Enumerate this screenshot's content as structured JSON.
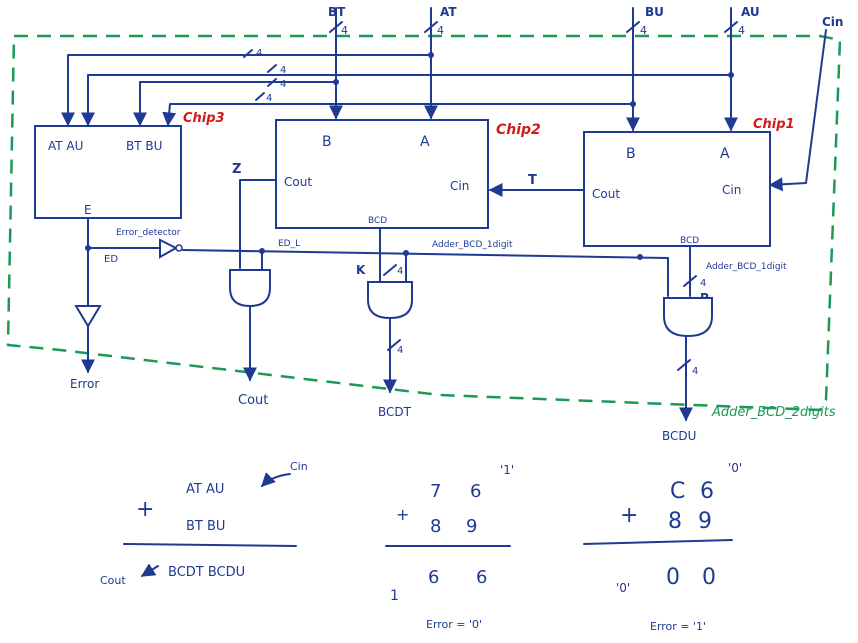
{
  "signals": {
    "bt": "BT",
    "at": "AT",
    "bu": "BU",
    "au": "AU",
    "cin": "Cin",
    "bus_width": "4",
    "z": "Z",
    "t": "T",
    "k": "K",
    "p": "P",
    "ed": "ED",
    "ed_l": "ED_L",
    "error": "Error",
    "cout": "Cout",
    "bcdt": "BCDT",
    "bcdu": "BCDU"
  },
  "chips": {
    "chip1": {
      "name": "Chip1",
      "label": "Adder_BCD_1digit",
      "b": "B",
      "a": "A",
      "cout": "Cout",
      "cin": "Cin",
      "bcd": "BCD"
    },
    "chip2": {
      "name": "Chip2",
      "label": "Adder_BCD_1digit",
      "b": "B",
      "a": "A",
      "cout": "Cout",
      "cin": "Cin",
      "bcd": "BCD"
    },
    "chip3": {
      "name": "Chip3",
      "label": "Error_detector",
      "in_a": "AT AU",
      "in_b": "BT BU",
      "out": "E"
    }
  },
  "system_label": "Adder_BCD_2digits",
  "examples": {
    "generic": {
      "plus": "+",
      "cin": "Cin",
      "row1": "AT  AU",
      "row2": "BT  BU",
      "cout": "Cout",
      "result": "BCDT  BCDU"
    },
    "example1": {
      "plus": "+",
      "carry_in": "'1'",
      "a_t": "7",
      "a_u": "6",
      "b_t": "8",
      "b_u": "9",
      "carry_out": "1",
      "r_t": "6",
      "r_u": "6",
      "error": "Error = '0'"
    },
    "example2": {
      "plus": "+",
      "carry_in": "'0'",
      "a_t": "C",
      "a_u": "6",
      "b_t": "8",
      "b_u": "9",
      "carry_out": "'0'",
      "r_t": "0",
      "r_u": "0",
      "error": "Error = '1'"
    }
  }
}
